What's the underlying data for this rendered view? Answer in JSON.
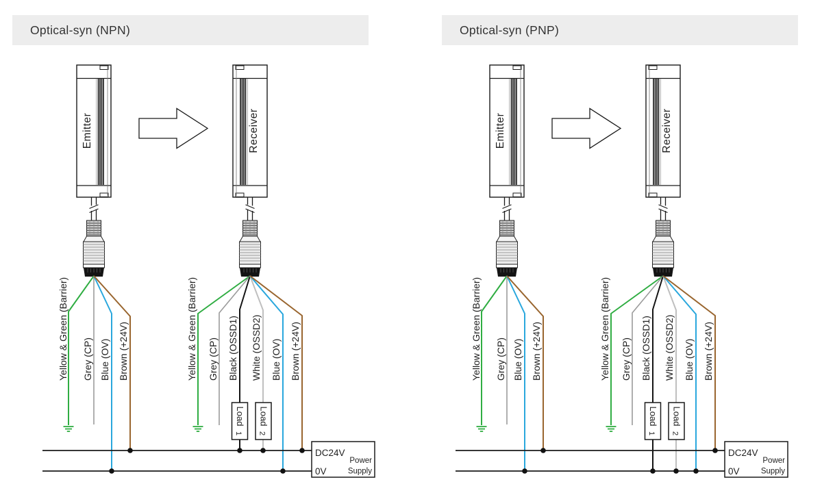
{
  "colors": {
    "green": "#2fad42",
    "grey": "#9b9b9b",
    "blue": "#29a7dd",
    "brown": "#99652e",
    "black": "#141414",
    "white": "#bfbfbf"
  },
  "diagrams": [
    {
      "title": "Optical-syn (NPN)",
      "emitter": {
        "label": "Emitter",
        "wires": [
          {
            "label": "Yellow & Green (Barrier)",
            "color": "green"
          },
          {
            "label": "Grey (CP)",
            "color": "grey"
          },
          {
            "label": "Blue (OV)",
            "color": "blue"
          },
          {
            "label": "Brown (+24V)",
            "color": "brown"
          }
        ]
      },
      "receiver": {
        "label": "Receiver",
        "wires": [
          {
            "label": "Yellow & Green (Barrier)",
            "color": "green"
          },
          {
            "label": "Grey (CP)",
            "color": "grey"
          },
          {
            "label": "Black (OSSD1)",
            "color": "black"
          },
          {
            "label": "White (OSSD2)",
            "color": "white"
          },
          {
            "label": "Blue (OV)",
            "color": "blue"
          },
          {
            "label": "Brown (+24V)",
            "color": "brown"
          }
        ]
      },
      "loads": [
        {
          "name": "Load",
          "num": "1"
        },
        {
          "name": "Load",
          "num": "2"
        }
      ],
      "power_supply": {
        "positive_rail": "DC24V",
        "negative_rail": "0V",
        "label_line1": "Power",
        "label_line2": "Supply"
      }
    },
    {
      "title": "Optical-syn (PNP)",
      "emitter": {
        "label": "Emitter",
        "wires": [
          {
            "label": "Yellow & Green (Barrier)",
            "color": "green"
          },
          {
            "label": "Grey (CP)",
            "color": "grey"
          },
          {
            "label": "Blue (OV)",
            "color": "blue"
          },
          {
            "label": "Brown (+24V)",
            "color": "brown"
          }
        ]
      },
      "receiver": {
        "label": "Receiver",
        "wires": [
          {
            "label": "Yellow & Green (Barrier)",
            "color": "green"
          },
          {
            "label": "Grey (CP)",
            "color": "grey"
          },
          {
            "label": "Black (OSSD1)",
            "color": "black"
          },
          {
            "label": "White (OSSD2)",
            "color": "white"
          },
          {
            "label": "Blue (OV)",
            "color": "blue"
          },
          {
            "label": "Brown (+24V)",
            "color": "brown"
          }
        ]
      },
      "loads": [
        {
          "name": "Load",
          "num": "1"
        },
        {
          "name": "Load",
          "num": "2"
        }
      ],
      "power_supply": {
        "positive_rail": "DC24V",
        "negative_rail": "0V",
        "label_line1": "Power",
        "label_line2": "Supply"
      }
    }
  ]
}
